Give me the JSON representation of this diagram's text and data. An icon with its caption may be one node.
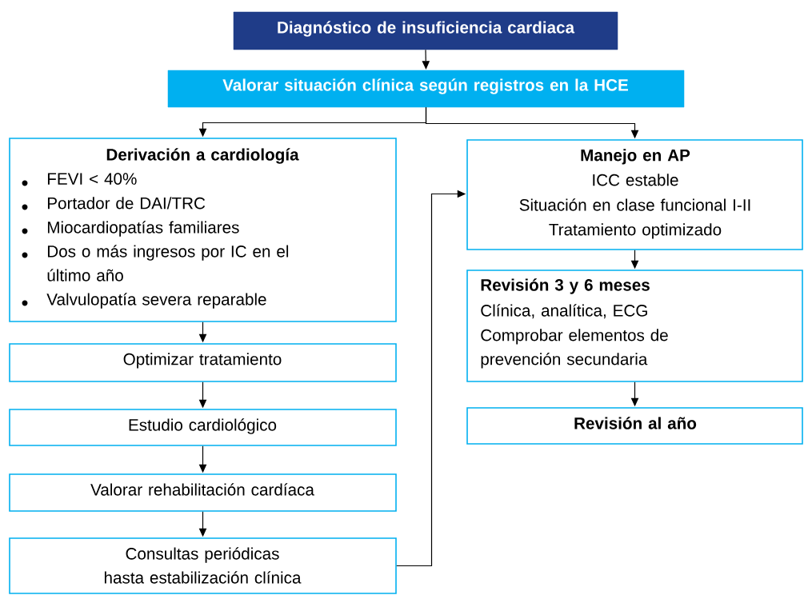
{
  "diagram": {
    "nodes": [
      {
        "text": [
          "Diagnóstico de insuficiencia cardiaca"
        ]
      },
      {
        "text": [
          "Valorar situación clínica según registros en la HCE"
        ]
      },
      {
        "text": [
          "Derivación a cardiología",
          "FEVI < 40%",
          "Portador de DAI/TRC",
          "Miocardiopatías familiares",
          "Dos o más ingresos por IC en el último año",
          "Valvulopatía  severa reparable"
        ]
      },
      {
        "text": [
          "Optimizar tratamiento"
        ]
      },
      {
        "text": [
          "Estudio cardiológico"
        ]
      },
      {
        "text": [
          "Valorar rehabilitación cardíaca"
        ]
      },
      {
        "text": [
          "Consultas periódicas hasta estabilización clínica"
        ]
      },
      {
        "text": [
          "Manejo en AP",
          "ICC estable",
          "Situación en clase funcional I-II",
          "Tratamiento optimizado"
        ]
      },
      {
        "text": [
          "Revisión 3 y 6 meses",
          "Clínica, analítica, ECG",
          "Comprobar elementos de prevención secundaria"
        ]
      },
      {
        "text": [
          "Revisión al año"
        ]
      }
    ],
    "edges": [
      {
        "from": 0,
        "to": 1,
        "arrow": "to"
      },
      {
        "from": 1,
        "to": 2,
        "arrow": "to"
      },
      {
        "from": 1,
        "to": 7,
        "arrow": "to"
      },
      {
        "from": 2,
        "to": 3,
        "arrow": "to"
      },
      {
        "from": 3,
        "to": 4,
        "arrow": "to"
      },
      {
        "from": 4,
        "to": 5,
        "arrow": "to"
      },
      {
        "from": 5,
        "to": 6,
        "arrow": "to"
      },
      {
        "from": 6,
        "to": 7,
        "arrow": "to"
      },
      {
        "from": 7,
        "to": 8,
        "arrow": "to"
      },
      {
        "from": 8,
        "to": 9,
        "arrow": "to"
      }
    ]
  }
}
